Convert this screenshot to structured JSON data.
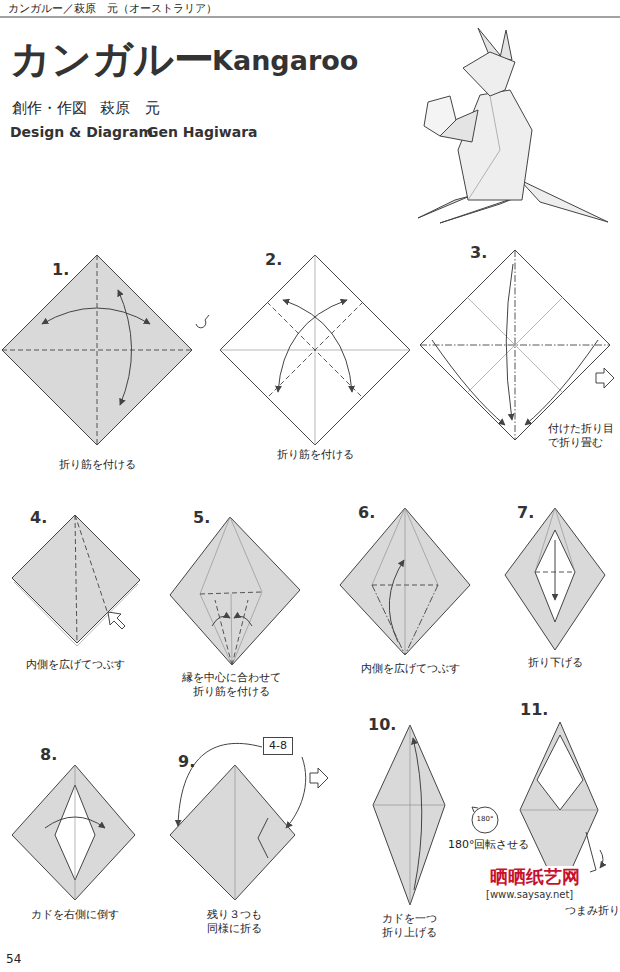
{
  "diagram": {
    "title": "カンガルー",
    "nodes": [
      {
        "text": [
          "4-8"
        ]
      }
    ],
    "labels": [
      "カンガルー／萩原　元（オーストラリア）",
      "Kangaroo",
      "創作・作図",
      "萩原　元",
      "Design & Diagram",
      "Gen Hagiwara",
      "1.",
      "2.",
      "3.",
      "折り筋を付ける",
      "折り筋を付ける",
      "付けた折り目で折り畳む",
      "4.",
      "5.",
      "6.",
      "7.",
      "内側を広げてつぶす",
      "縁を中心に合わせて 折り筋を付ける",
      "内側を広げてつぶす",
      "折り下げる",
      "8.",
      "9.",
      "10.",
      "11.",
      "カドを右側に倒す",
      "残り３つも 同様に折る",
      "180°",
      "180°回転させる",
      "カドを一つ 折り上げる",
      "晒晒纸艺网",
      "[www.saysay.net]",
      "つまみ折り",
      "54"
    ]
  }
}
